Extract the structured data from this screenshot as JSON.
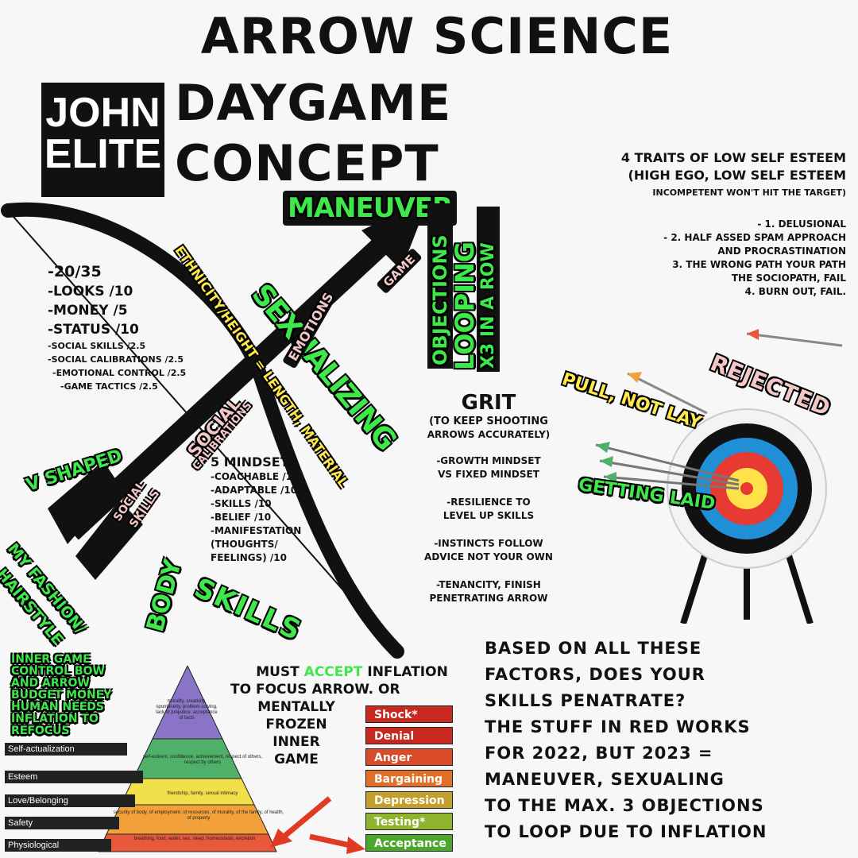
{
  "header": {
    "title_line1": "ARROW SCIENCE",
    "title_line2": "DAYGAME CONCEPT",
    "logo_line1": "JOHN",
    "logo_line2": "ELITE"
  },
  "traits": {
    "heading1": "4 TRAITS OF LOW SELF ESTEEM",
    "heading2": "(HIGH EGO, LOW SELF ESTEEM",
    "heading3": "INCOMPETENT WON'T HIT THE TARGET)",
    "items": [
      "- 1. DELUSIONAL",
      "- 2. HALF ASSED SPAM APPROACH",
      "AND PROCRASTINATION",
      "3. THE WRONG PATH YOUR PATH",
      "THE SOCIOPATH, FAIL",
      "4. BURN OUT, FAIL."
    ]
  },
  "scores": {
    "items": [
      "-20/35",
      "-LOOKS  /10",
      "-MONEY  /5",
      "-STATUS   /10"
    ],
    "sub_items": [
      "-SOCIAL SKILLS /2.5",
      "-SOCIAL CALIBRATIONS  /2.5",
      "-EMOTIONAL CONTROL  /2.5",
      "-GAME TACTICS  /2.5"
    ]
  },
  "mindsets": {
    "title": "5 MINDSETS",
    "items": [
      "-COACHABLE /10",
      "-ADAPTABLE /10",
      "-SKILLS /10",
      "-BELIEF /10",
      "-MANIFESTATION",
      "(THOUGHTS/",
      "FEELINGS)    /10"
    ]
  },
  "grit": {
    "title": "GRIT",
    "subtitle1": "(TO KEEP SHOOTING",
    "subtitle2": "ARROWS ACCURATELY)",
    "items": [
      [
        "-GROWTH MINDSET",
        "VS FIXED MINDSET"
      ],
      [
        "-RESILIENCE TO",
        "LEVEL UP SKILLS"
      ],
      [
        "-INSTINCTS FOLLOW",
        "ADVICE NOT YOUR OWN"
      ],
      [
        "-TENANCITY, FINISH",
        "PENETRATING ARROW"
      ]
    ]
  },
  "labels": {
    "maneuver": "MANEUVER",
    "sexualizing": "SEXUALIZING",
    "game": "GAME",
    "objections": "OBJECTIONS",
    "looping": "LOOPING",
    "x3": "X3 IN A ROW",
    "ethnicity": "ETHNICITY/HEIGHT = LENGTH, MATERIAL",
    "emotions": "EMOTIONS",
    "social": "SOCIAL",
    "calibrations": "CALIBRATIONS",
    "social2": "SOCIAL",
    "skills_small": "SKILLS",
    "v_shaped": "V SHAPED",
    "body": "BODY",
    "skills": "SKILLS",
    "fashion1": "MY FASHION/",
    "fashion2": "HAIRSTYLE",
    "rejected": "REJECTED",
    "pull": "PULL, NOT LAY",
    "getting_laid": "GETTING LAID"
  },
  "inner_game": [
    "INNER GAME",
    "CONTROL BOW",
    "AND ARROW",
    "BUDGET MONEY",
    "HUMAN NEEDS",
    "INFLATION TO",
    "REFOCUS"
  ],
  "accept": {
    "line1a": "MUST ",
    "line1b": "ACCEPT",
    "line1c": " INFLATION",
    "line2": "TO FOCUS ARROW. OR",
    "line3": "MENTALLY",
    "line4": "FROZEN",
    "line5": "INNER",
    "line6": "GAME"
  },
  "pyramid": {
    "levels": [
      {
        "label": "Self-actualization",
        "text": "morality, creativity, spontaneity, problem solving, lack of prejudice, acceptance of facts",
        "color": "#8a74c8"
      },
      {
        "label": "Esteem",
        "text": "self-esteem, confidence, achievement, respect of others, respect by others",
        "color": "#4fb06a"
      },
      {
        "label": "Love/Belonging",
        "text": "friendship, family, sexual intimacy",
        "color": "#f2e04a"
      },
      {
        "label": "Safety",
        "text": "security of body, of employment, of resources, of morality, of the family, of health, of property",
        "color": "#f2a13a"
      },
      {
        "label": "Physiological",
        "text": "breathing, food, water, sex, sleep, homeostasis, excretion",
        "color": "#e8583a"
      }
    ]
  },
  "grief": {
    "stages": [
      {
        "label": "Shock*",
        "color": "#c8281e"
      },
      {
        "label": "Denial",
        "color": "#c8281e"
      },
      {
        "label": "Anger",
        "color": "#d94a26"
      },
      {
        "label": "Bargaining",
        "color": "#e06f2a"
      },
      {
        "label": "Depression",
        "color": "#c2a02a"
      },
      {
        "label": "Testing*",
        "color": "#8eb32c"
      },
      {
        "label": "Acceptance",
        "color": "#4aa72c"
      }
    ]
  },
  "conclusion": [
    "BASED ON ALL THESE",
    "FACTORS, DOES YOUR",
    "SKILLS PENATRATE?",
    "THE STUFF IN RED WORKS",
    "FOR 2022, BUT 2023 =",
    "MANEUVER, SEXUALING",
    "TO THE MAX. 3 OBJECTIONS",
    "TO LOOP DUE TO INFLATION"
  ]
}
